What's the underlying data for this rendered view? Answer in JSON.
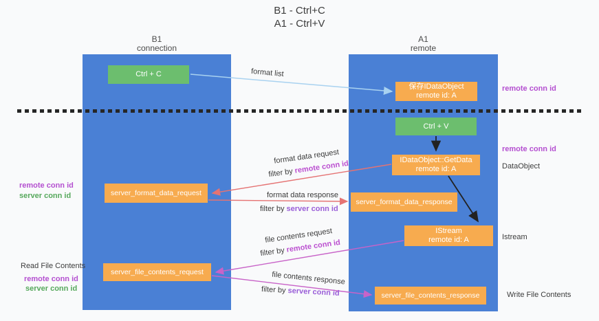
{
  "title": {
    "line1": "B1 - Ctrl+C",
    "line2": "A1 - Ctrl+V"
  },
  "lanes": {
    "left": {
      "title": "B1",
      "subtitle": "connection"
    },
    "right": {
      "title": "A1",
      "subtitle": "remote"
    }
  },
  "nodes": {
    "ctrl_c": "Ctrl + C",
    "ctrl_v": "Ctrl + V",
    "save_dataobject": {
      "line1": "保存IDataObject",
      "line2": "remote id: A"
    },
    "getdata": {
      "line1": "IDataObject::GetData",
      "line2": "remote id: A"
    },
    "istream": {
      "line1": "IStream",
      "line2": "remote id: A"
    },
    "server_format_data_request": "server_format_data_request",
    "server_format_data_response": "server_format_data_response",
    "server_file_contents_request": "server_file_contents_request",
    "server_file_contents_response": "server_file_contents_response"
  },
  "edge_labels": {
    "format_list": "format list",
    "format_data_request": "format data request",
    "format_data_response": "format data response",
    "file_contents_request": "file contents request",
    "file_contents_response": "file contents response",
    "filter_by": "filter by ",
    "remote_conn_id": "remote conn id",
    "server_conn_id": "server conn id"
  },
  "side_labels": {
    "remote_conn_id": "remote conn id",
    "server_conn_id": "server conn id",
    "dataobject": "DataObject",
    "istream": "Istream",
    "read_file_contents": "Read File Contents",
    "write_file_contents": "Write File Contents"
  },
  "colors": {
    "lane_blue": "#4a80d5",
    "node_orange": "#f7ab4f",
    "node_green": "#6cbe6e",
    "arrow_salmon": "#e57373",
    "arrow_magenta": "#c863c8",
    "arrow_lightblue": "#a9d2f0",
    "arrow_black": "#222222",
    "text_purple": "#b44fd0",
    "text_violet": "#9a5ed8",
    "text_green": "#56a85c"
  }
}
